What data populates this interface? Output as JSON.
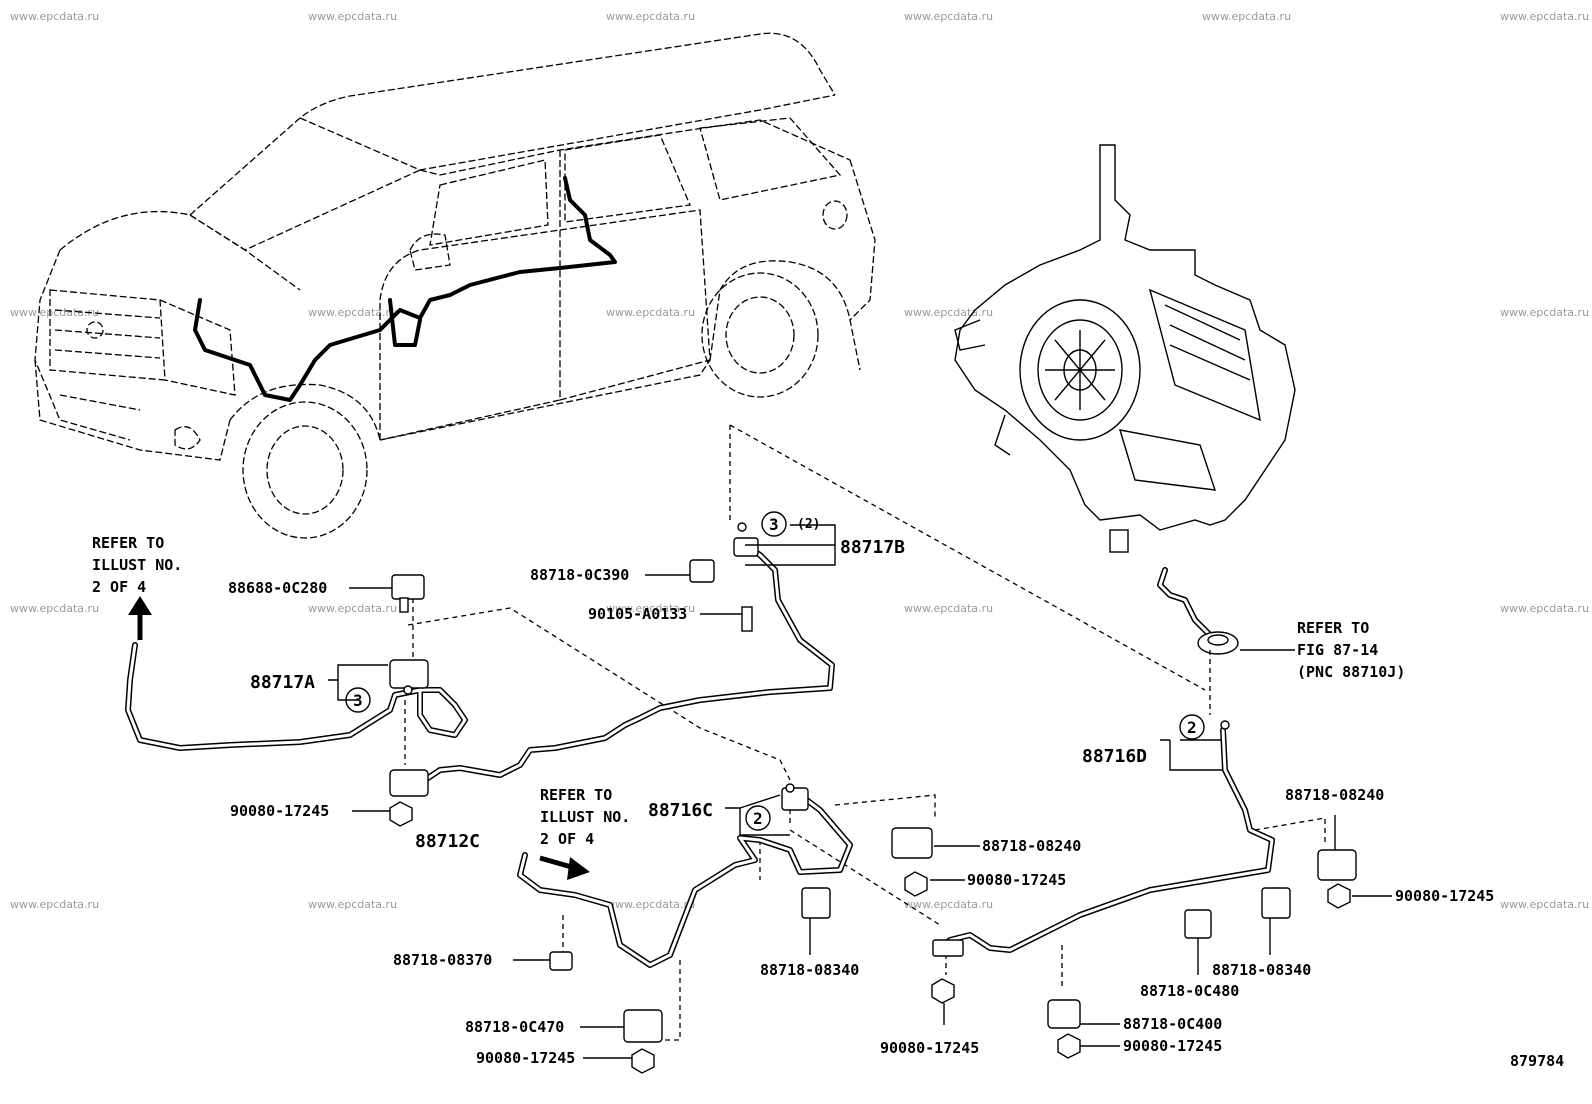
{
  "watermark": "www.epcdata.ru",
  "illustration_number": "879784",
  "callouts": {
    "c88717B": "88717B",
    "c88717A": "88717A",
    "c88716D": "88716D",
    "c88716C": "88716C",
    "c88712C": "88712C",
    "circle3": "3",
    "circle2": "2",
    "qty2": "(2)"
  },
  "part_labels": {
    "p88688_0C280": "88688-0C280",
    "p88718_0C390": "88718-0C390",
    "p90105_A0133": "90105-A0133",
    "p90080_17245_a": "90080-17245",
    "p88718_08240_a": "88718-08240",
    "p90080_17245_b": "90080-17245",
    "p88718_08370": "88718-08370",
    "p88718_08340_a": "88718-08340",
    "p88718_0C470": "88718-0C470",
    "p90080_17245_c": "90080-17245",
    "p90080_17245_d": "90080-17245",
    "p88718_08240_b": "88718-08240",
    "p90080_17245_e": "90080-17245",
    "p88718_08340_b": "88718-08340",
    "p88718_0C480": "88718-0C480",
    "p88718_0C400": "88718-0C400",
    "p90080_17245_f": "90080-17245"
  },
  "references": {
    "ref_left": [
      "REFER TO",
      "ILLUST NO.",
      "2 OF 4"
    ],
    "ref_mid": [
      "REFER TO",
      "ILLUST NO.",
      "2 OF 4"
    ],
    "ref_right": [
      "REFER TO",
      "FIG 87-14",
      "(PNC 88710J)"
    ]
  }
}
